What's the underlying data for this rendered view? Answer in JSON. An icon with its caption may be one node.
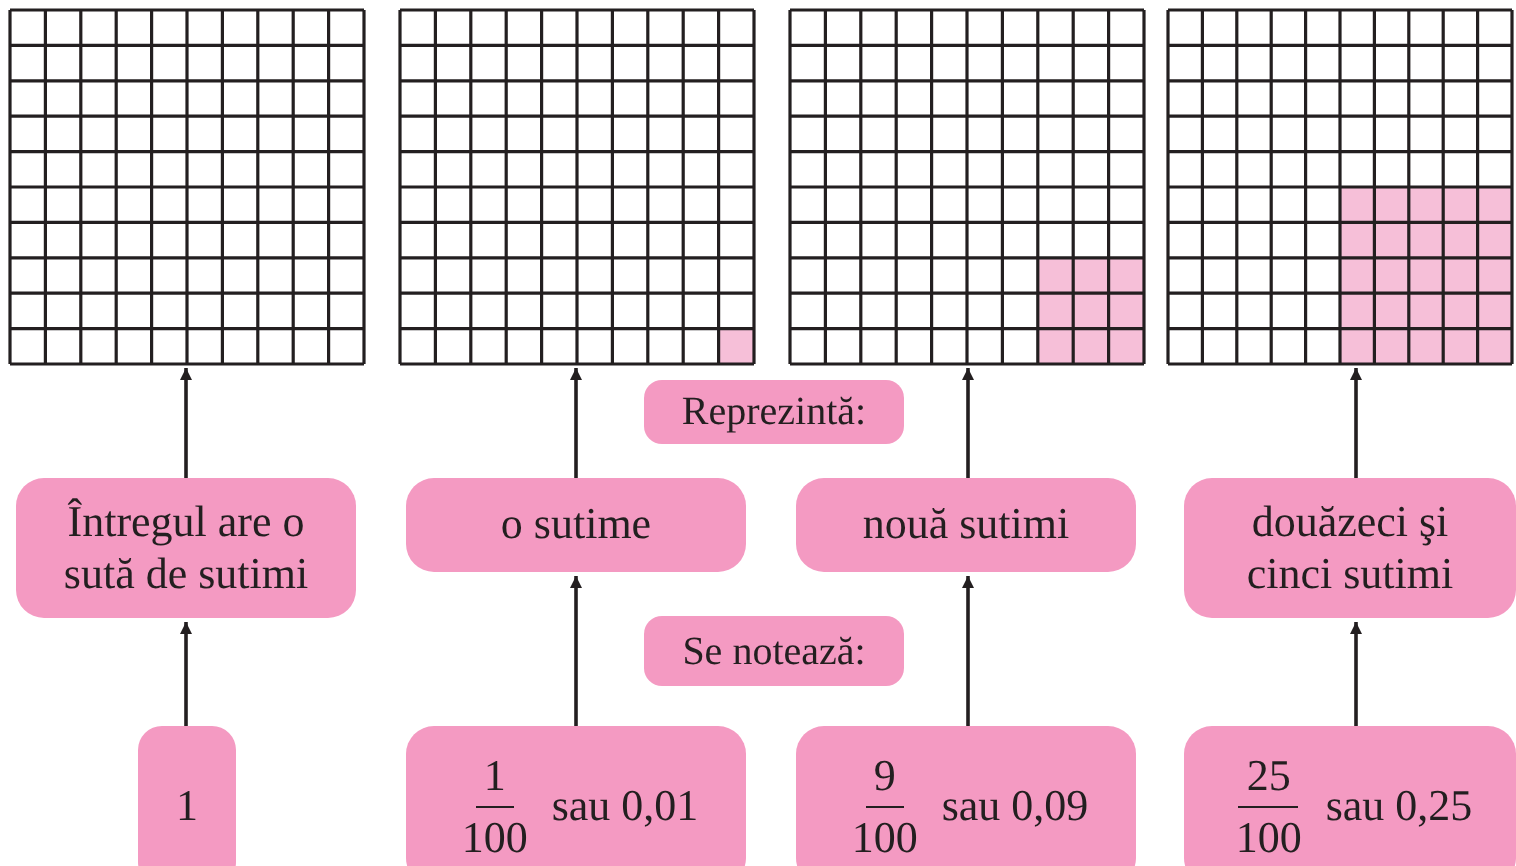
{
  "diagram": {
    "nodes": [
      {
        "text": [],
        "shape": "box"
      },
      {
        "text": [],
        "shape": "box"
      },
      {
        "text": [],
        "shape": "box"
      },
      {
        "text": [],
        "shape": "box"
      },
      {
        "text": [
          "Reprezintă:"
        ]
      },
      {
        "text": [
          "Întregul are o sută de sutimi"
        ]
      },
      {
        "text": [
          "o sutime"
        ]
      },
      {
        "text": [
          "nouă sutimi"
        ]
      },
      {
        "text": [
          "douăzeci şi cinci sutimi"
        ]
      },
      {
        "text": [
          "Se notează:"
        ]
      },
      {
        "text": [
          "1"
        ]
      },
      {
        "text": [
          "1",
          "100",
          "sau 0,01"
        ]
      },
      {
        "text": [
          "9",
          "100",
          "sau 0,09"
        ]
      },
      {
        "text": [
          "25",
          "100",
          "sau 0,25"
        ]
      }
    ],
    "edges": [
      {
        "from": 10,
        "to": 5,
        "arrow": "to"
      },
      {
        "from": 11,
        "to": 6,
        "arrow": "to"
      },
      {
        "from": 12,
        "to": 7,
        "arrow": "to"
      },
      {
        "from": 13,
        "to": 8,
        "arrow": "to"
      },
      {
        "from": 5,
        "to": 0,
        "arrow": "to"
      },
      {
        "from": 6,
        "to": 1,
        "arrow": "to"
      },
      {
        "from": 7,
        "to": 2,
        "arrow": "to"
      },
      {
        "from": 8,
        "to": 3,
        "arrow": "to"
      }
    ]
  }
}
